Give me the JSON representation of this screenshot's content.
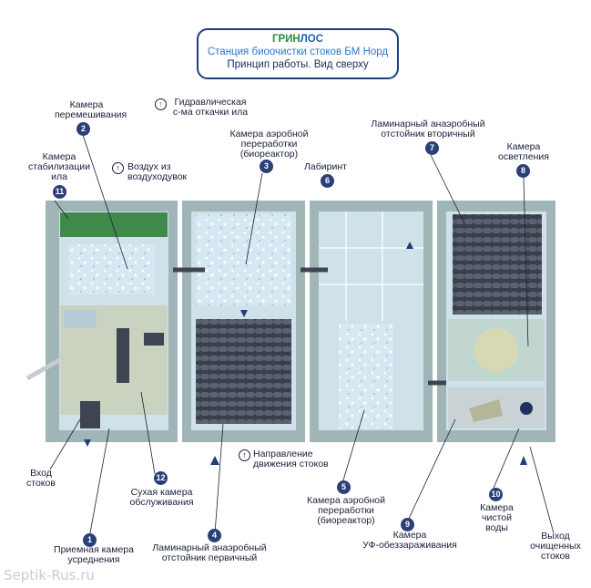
{
  "title": {
    "brand_a": "ГРИН",
    "brand_b": "ЛОС",
    "line2": "Станция биоочистки стоков БМ Норд",
    "line3": "Принцип работы. Вид сверху"
  },
  "labels": {
    "chamber_mix": "Камера\nперемешивания",
    "hydraulic": "Гидравлическая\nс-ма откачки ила",
    "aerobic_top": "Камера аэробной\nпереработки\n(биореактор)",
    "laminar_secondary": "Ламинарный анаэробный\nотстойник вторичный",
    "stabilization": "Камера\nстабилизации\nила",
    "air": "Воздух из\nвоздуходувок",
    "labyrinth": "Лабиринт",
    "clarification": "Камера\nосветления",
    "flow_direction": "Направление\nдвижения стоков",
    "inlet": "Вход\nстоков",
    "dry_chamber": "Сухая камера\nобслуживания",
    "aerobic_bottom": "Камера аэробной\nпереработки\n(биореактор)",
    "clean_water": "Камера\nчистой\nводы",
    "outlet": "Выход\nочищенных\nстоков",
    "receiving": "Приемная камера\nусреднения",
    "laminar_primary": "Ламинарный анаэробный\nотстойник первичный",
    "uv": "Камера\nУФ-обеззараживания"
  },
  "numbers": {
    "n1": "1",
    "n2": "2",
    "n3": "3",
    "n4": "4",
    "n5": "5",
    "n6": "6",
    "n7": "7",
    "n8": "8",
    "n9": "9",
    "n10": "10",
    "n11": "11",
    "n12": "12"
  },
  "watermark": "Septik-Rus.ru",
  "colors": {
    "wall": "#9fb5b6",
    "water": "#cfe2ea",
    "dark_pipe": "#3f4452",
    "accent_green": "#2b8a3e",
    "number_fill": "#2b3f78"
  }
}
